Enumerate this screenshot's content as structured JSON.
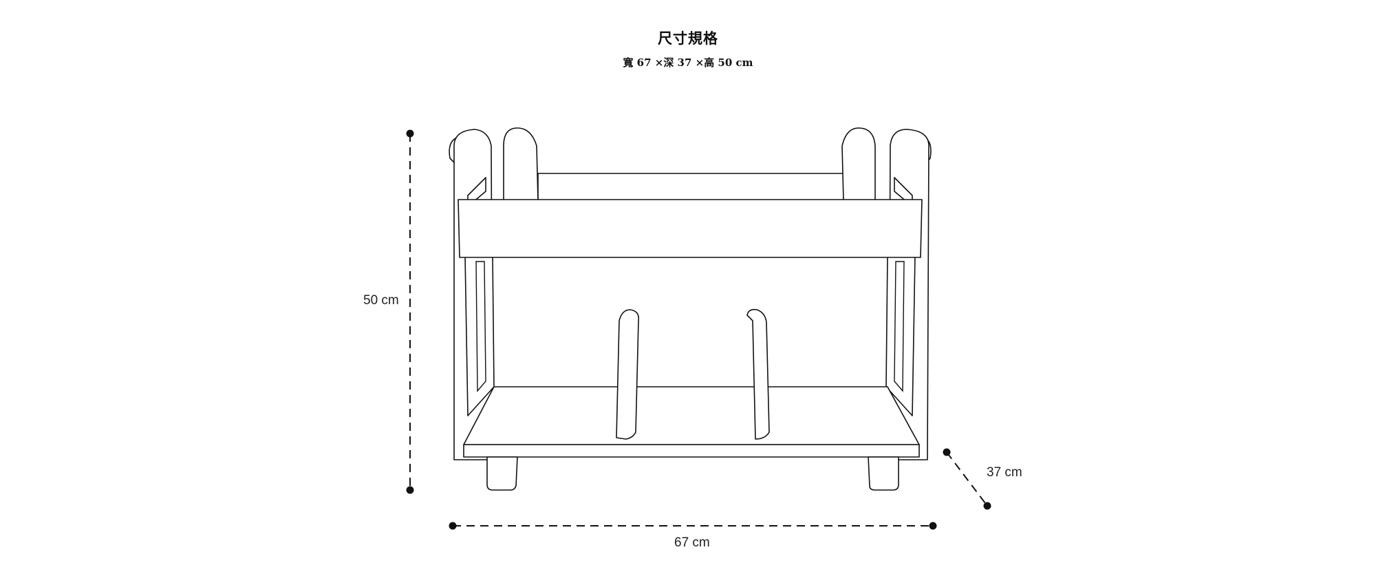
{
  "header": {
    "title": "尺寸規格",
    "dimensions_text": "寬 67 ×深 37 ×高 50 cm"
  },
  "dimensions": {
    "height_label": "50 cm",
    "width_label": "67 cm",
    "depth_label": "37 cm"
  }
}
